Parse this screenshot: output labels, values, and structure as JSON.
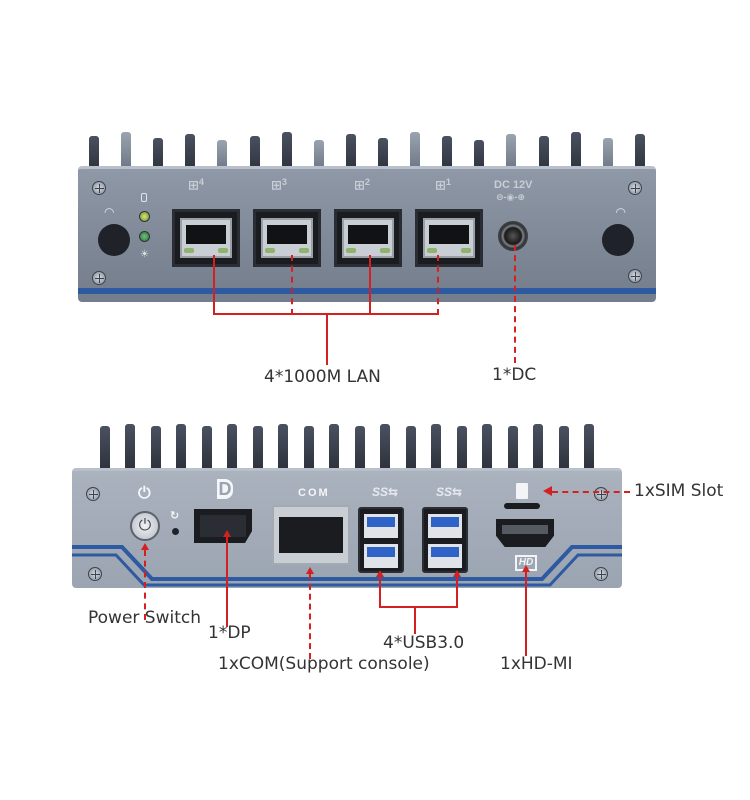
{
  "top_device": {
    "view": "rear panel",
    "port_numbers": [
      "4",
      "3",
      "2",
      "1"
    ],
    "dc_label": "DC 12V",
    "dc_polarity": "⊖-◉-⊕",
    "icons": [
      "wifi-antenna-icon",
      "hdd-led-icon",
      "power-led-icon",
      "lan-port-icon"
    ]
  },
  "bottom_device": {
    "view": "front panel",
    "com_label": "COM",
    "usb_labels": [
      "SS⇆",
      "SS⇆"
    ],
    "hd_badge": "HD",
    "dp_glyph": "D",
    "power_glyph": "⏻",
    "reset_glyph": "↻"
  },
  "callouts": {
    "lan": "4*1000M LAN",
    "dc": "1*DC",
    "sim": "1xSIM Slot",
    "power": "Power Switch",
    "dp": "1*DP",
    "usb": "4*USB3.0",
    "com": "1xCOM(Support console)",
    "hdmi": "1xHD-MI"
  },
  "colors": {
    "callout_line": "#d42020",
    "chassis": "#8a93a1",
    "accent_blue": "#2d5aa0",
    "usb_blue": "#2f63c8",
    "label_text": "#333333"
  }
}
